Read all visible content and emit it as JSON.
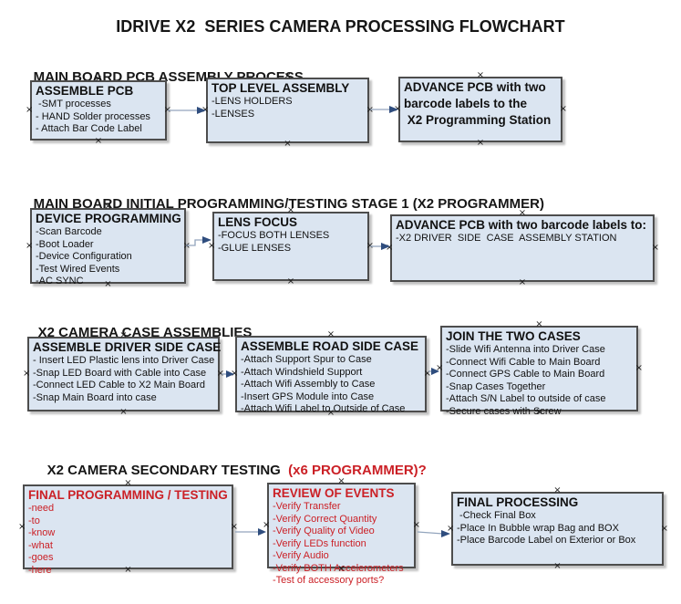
{
  "title": "IDRIVE X2  SERIES CAMERA PROCESSING FLOWCHART",
  "colors": {
    "box_fill": "#dbe5f1",
    "box_border": "#4d4d4d",
    "red_text": "#cb2026",
    "arrow_line": "#93a5bd",
    "arrow_head": "#2f4d7e"
  },
  "sections": [
    {
      "heading": "MAIN BOARD PCB ASSEMBLY PROCESS",
      "boxes": [
        {
          "title": "ASSEMBLE PCB",
          "items": [
            " -SMT processes",
            "- HAND Solder processes",
            "- Attach Bar Code Label"
          ]
        },
        {
          "title": "TOP LEVEL ASSEMBLY",
          "items": [
            "-LENS HOLDERS",
            "-LENSES"
          ]
        },
        {
          "title": "ADVANCE PCB with two\nbarcode labels to the\n X2 Programming Station",
          "items": []
        }
      ]
    },
    {
      "heading": "MAIN BOARD INITIAL PROGRAMMING/TESTING STAGE 1 (X2 PROGRAMMER)",
      "boxes": [
        {
          "title": "DEVICE PROGRAMMING",
          "items": [
            "-Scan Barcode",
            "-Boot Loader",
            "-Device Configuration",
            "-Test Wired Events",
            "-AC SYNC"
          ]
        },
        {
          "title": "LENS FOCUS",
          "items": [
            "-FOCUS BOTH LENSES",
            "-GLUE LENSES"
          ]
        },
        {
          "title": "ADVANCE PCB with two barcode labels to:",
          "items": [
            "-X2 DRIVER  SIDE  CASE  ASSEMBLY STATION"
          ]
        }
      ]
    },
    {
      "heading": "X2 CAMERA CASE ASSEMBLIES",
      "boxes": [
        {
          "title": "ASSEMBLE DRIVER SIDE CASE",
          "items": [
            "- Insert LED Plastic lens into Driver Case",
            "-Snap LED Board with Cable into Case",
            "-Connect LED Cable to X2 Main Board",
            "-Snap Main Board into case"
          ]
        },
        {
          "title": "ASSEMBLE ROAD SIDE CASE",
          "items": [
            "-Attach Support Spur to Case",
            "-Attach Windshield Support",
            "-Attach Wifi Assembly to Case",
            "-Insert GPS Module into Case",
            "-Attach Wifi Label to Outside of Case"
          ]
        },
        {
          "title": "JOIN THE TWO CASES",
          "items": [
            "-Slide Wifi Antenna into Driver Case",
            "-Connect Wifi Cable to Main Board",
            "-Connect GPS Cable to Main Board",
            "-Snap Cases Together",
            "-Attach S/N Label to outside of case",
            "-Secure cases with Screw"
          ]
        }
      ]
    },
    {
      "heading": "X2 CAMERA SECONDARY TESTING ",
      "heading_red": " (x6 PROGRAMMER)?",
      "boxes": [
        {
          "title": "FINAL PROGRAMMING / TESTING",
          "items": [
            "-need",
            "-to",
            "-know",
            "-what",
            "-goes",
            "-here"
          ]
        },
        {
          "title": "REVIEW OF EVENTS",
          "items": [
            "-Verify Transfer",
            "-Verify Correct Quantity",
            "-Verify Quality of Video",
            "-Verify LEDs function",
            "-Verify Audio",
            "-Verify BOTH Accelerometers",
            "-Test of accessory ports?"
          ]
        },
        {
          "title": "FINAL PROCESSING",
          "items": [
            " -Check Final Box",
            "-Place In Bubble wrap Bag and BOX",
            "-Place Barcode Label on Exterior or Box"
          ]
        }
      ]
    }
  ]
}
